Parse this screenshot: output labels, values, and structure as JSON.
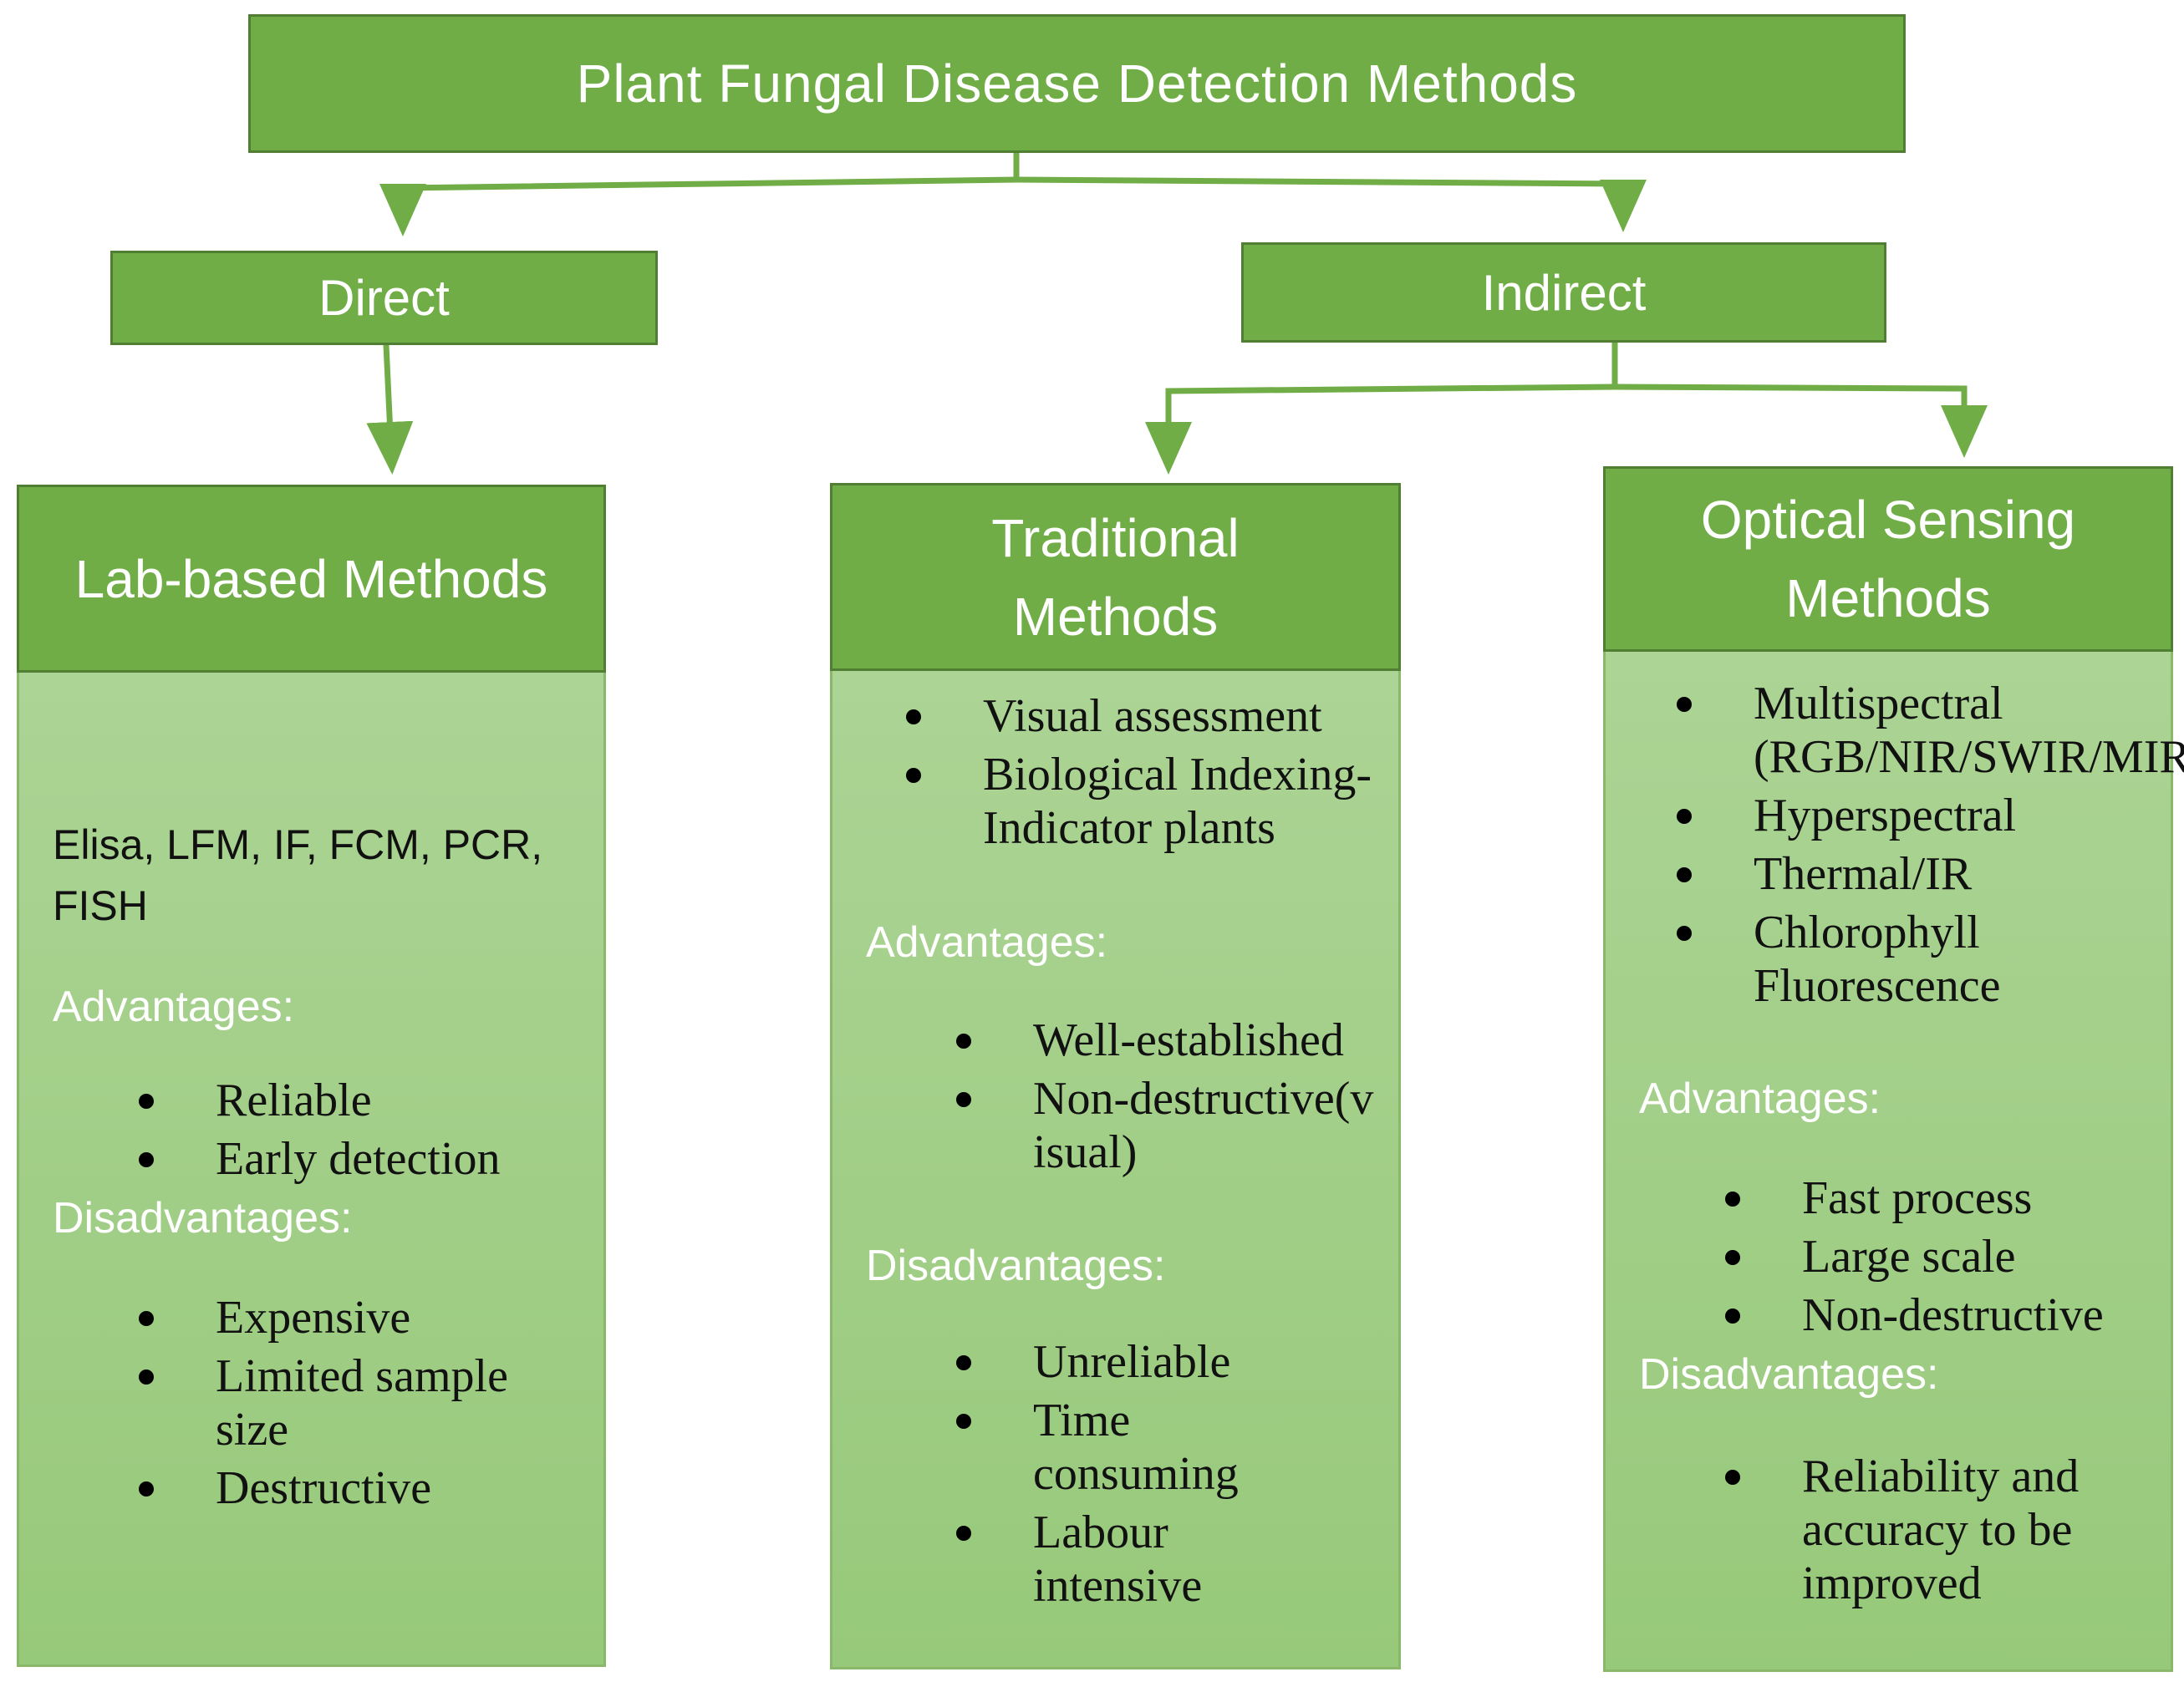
{
  "title": "Plant Fungal Disease Detection Methods",
  "branches": {
    "direct": "Direct",
    "indirect": "Indirect"
  },
  "columns": [
    {
      "heading": "Lab-based Methods",
      "methods_text": "Elisa, LFM, IF, FCM, PCR, FISH",
      "advantages_title": "Advantages:",
      "advantages": [
        "Reliable",
        "Early detection"
      ],
      "disadvantages_title": "Disadvantages:",
      "disadvantages": [
        "Expensive",
        "Limited sample size",
        "Destructive"
      ]
    },
    {
      "heading": "Traditional Methods",
      "methods": [
        "Visual assessment",
        "Biological Indexing-Indicator plants"
      ],
      "advantages_title": "Advantages:",
      "advantages": [
        "Well-established",
        "Non-destructive(visual)"
      ],
      "disadvantages_title": "Disadvantages:",
      "disadvantages": [
        "Unreliable",
        "Time consuming",
        "Labour intensive"
      ]
    },
    {
      "heading": "Optical Sensing Methods",
      "methods": [
        "Multispectral (RGB/NIR/SWIR/MIR)",
        "Hyperspectral",
        "Thermal/IR",
        "Chlorophyll Fluorescence"
      ],
      "advantages_title": "Advantages:",
      "advantages": [
        "Fast process",
        "Large scale",
        "Non-destructive"
      ],
      "disadvantages_title": "Disadvantages:",
      "disadvantages": [
        "Reliability and accuracy to be improved"
      ]
    }
  ],
  "colors": {
    "box_fill": "#70ad47",
    "box_border": "#507e32",
    "panel_light": "#acd495",
    "panel_dark": "#97c97a",
    "connector": "#70ad47"
  }
}
